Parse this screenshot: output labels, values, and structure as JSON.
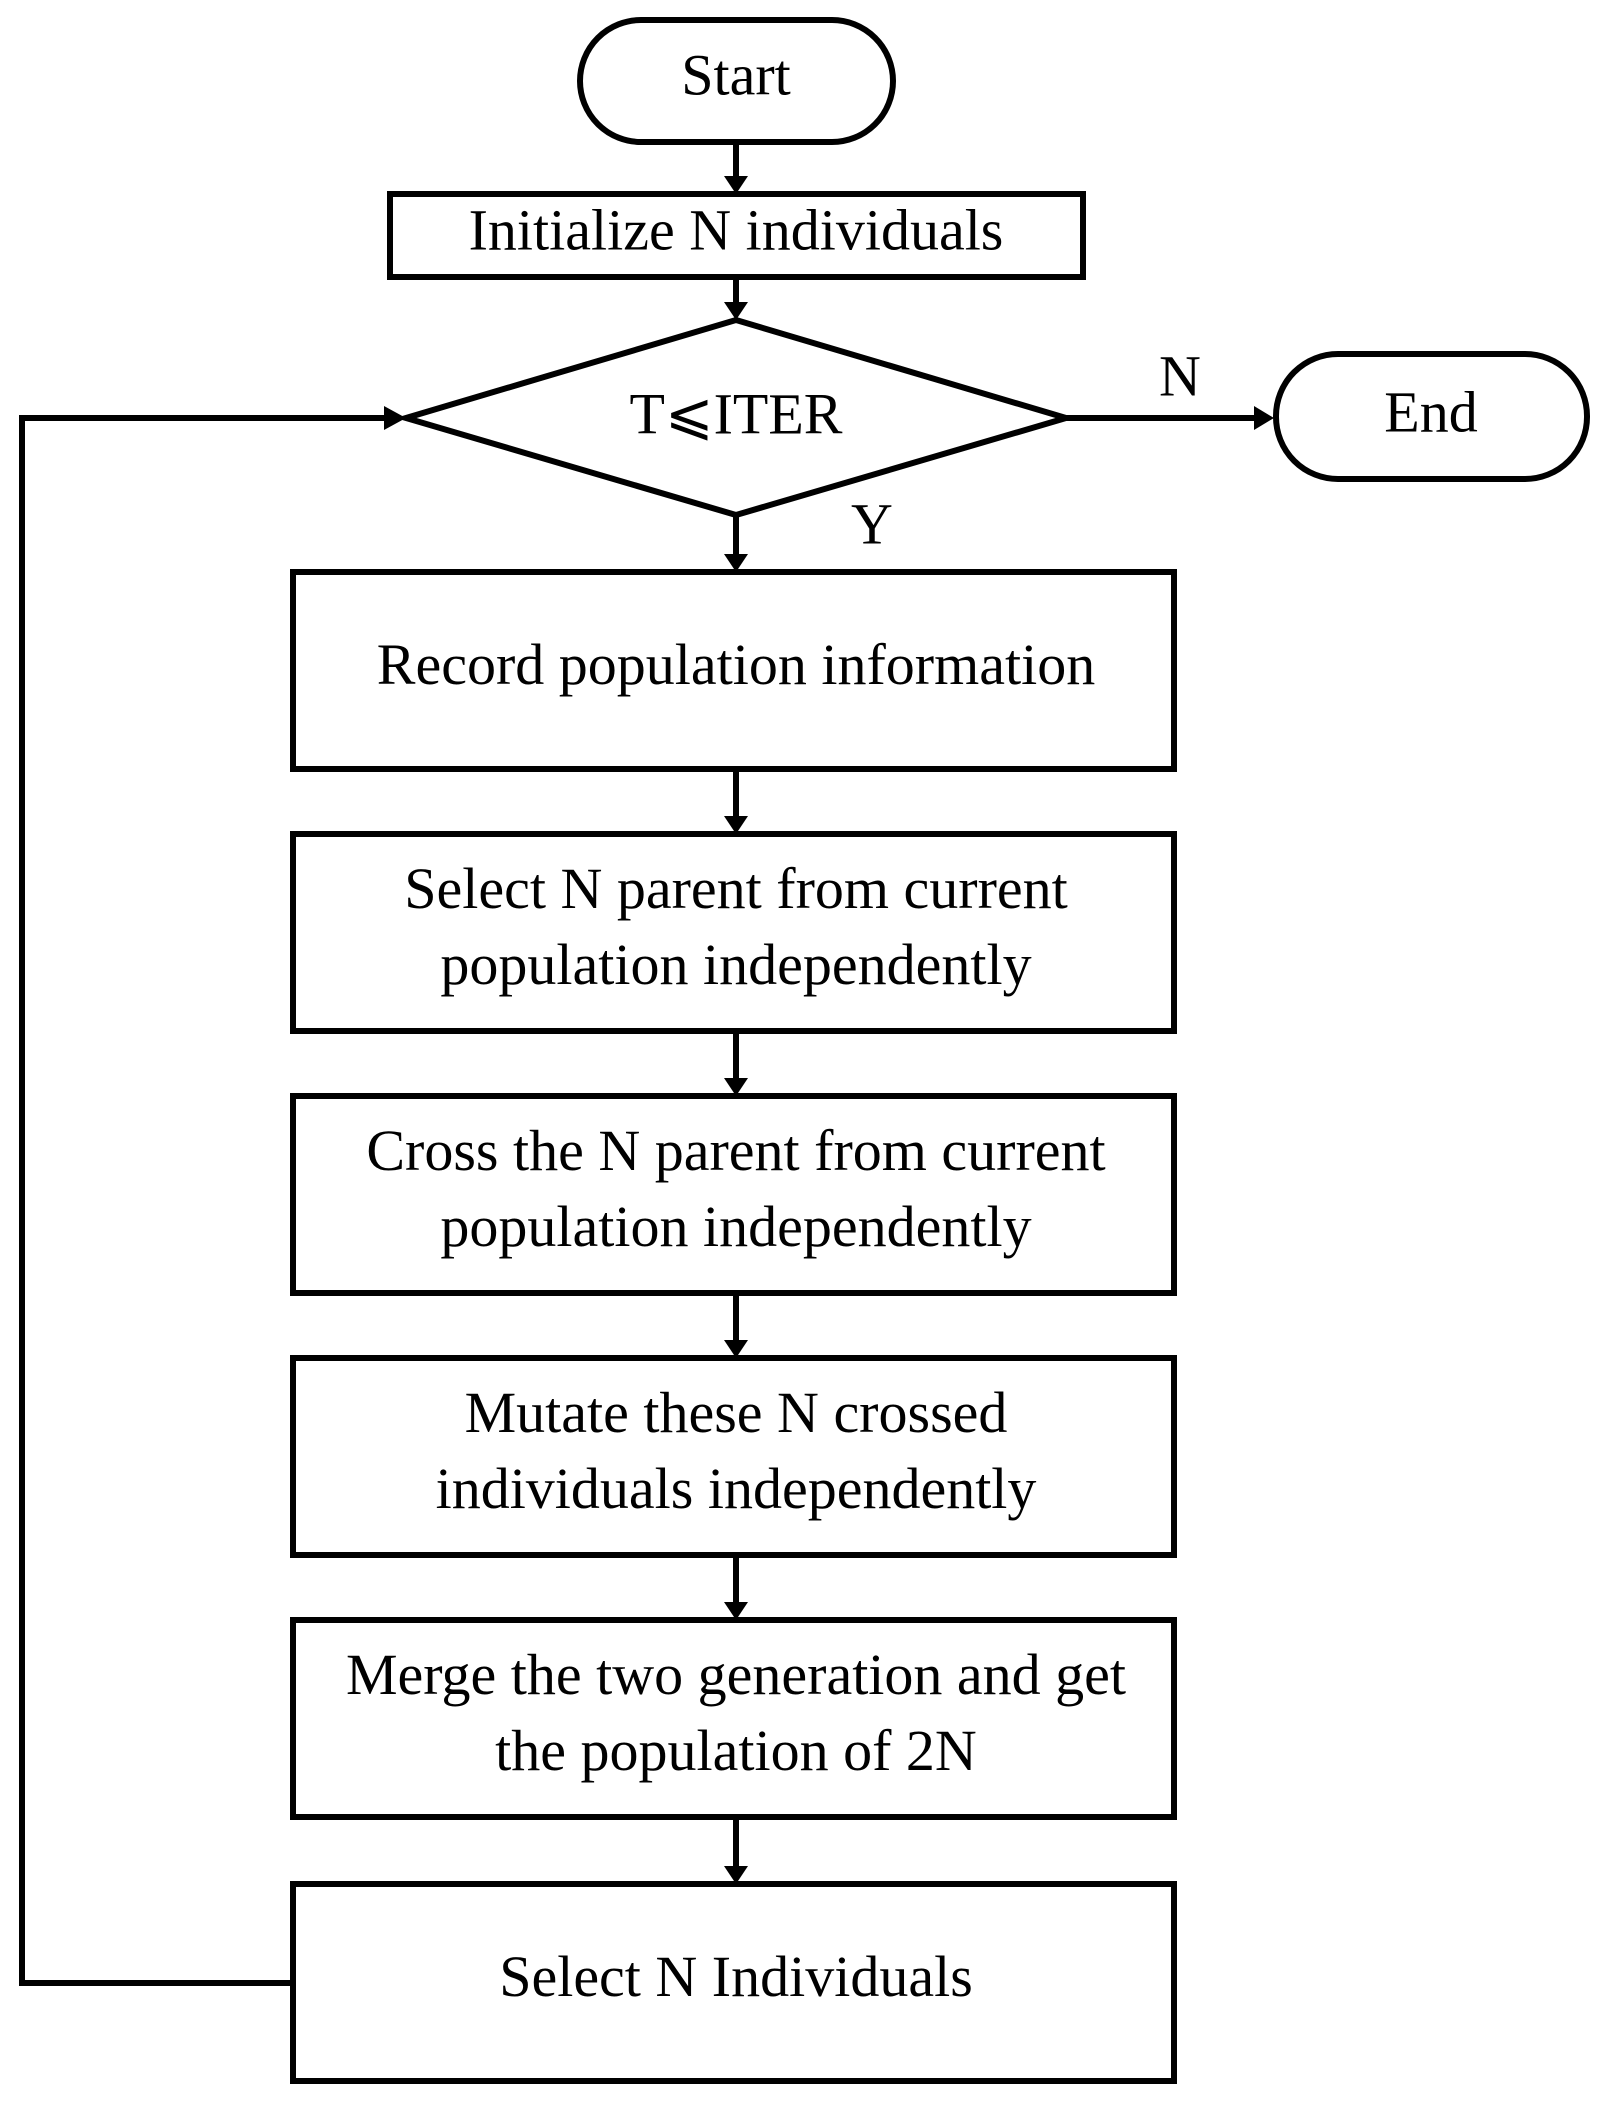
{
  "flowchart": {
    "start": "Start",
    "init": "Initialize N individuals",
    "condition": "T⩽ITER",
    "end": "End",
    "yes_label": "Y",
    "no_label": "N",
    "steps": [
      [
        "Record population information"
      ],
      [
        "Select N parent from current",
        "population independently"
      ],
      [
        "Cross the N parent from current",
        "population independently"
      ],
      [
        "Mutate these N crossed",
        "individuals independently"
      ],
      [
        "Merge the two generation and get",
        "the population of 2N"
      ],
      [
        "Select N Individuals"
      ]
    ]
  }
}
